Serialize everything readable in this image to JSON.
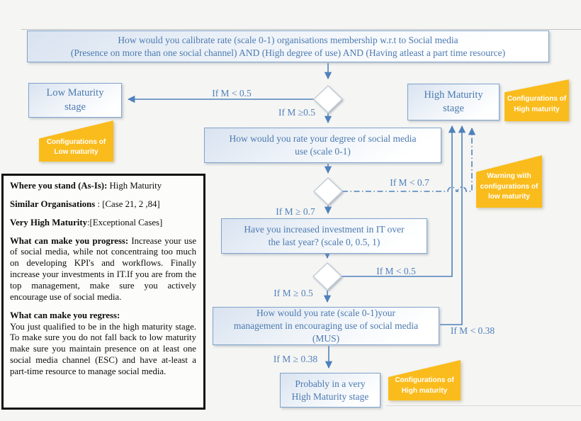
{
  "colors": {
    "line_blue": "#4F81BD",
    "node_border_blue": "#7FA3CC",
    "node_text_blue": "#4C7AB0",
    "callout_orange": "#FABC1C",
    "callout_text": "#FFFFFF",
    "info_border": "#111111"
  },
  "nodes": {
    "start_question": "How would you calibrate rate (scale 0-1) organisations membership w.r.t to Social media\n(Presence on more than one social channel) AND (High degree of use) AND (Having atleast a part time resource)",
    "low_maturity": "Low Maturity\nstage",
    "high_maturity": "High Maturity\nstage",
    "degree_of_use_question": "How would you rate your degree of social media\nuse (scale 0-1)",
    "it_investment_question": "Have you increased investment in IT over\nthe last year? (scale 0, 0.5, 1)",
    "management_question": "How would you rate (scale 0-1)your\nmanagement in encouraging use of social media\n(MUS)",
    "very_high_maturity": "Probably in a very\nHigh Maturity stage"
  },
  "edge_labels": {
    "to_low": "If M < 0.5",
    "to_degree": "If M ≥0.5",
    "warn_to_high": "If M < 0.7",
    "to_it": "If M ≥ 0.7",
    "it_to_high": "If M < 0.5",
    "to_management": "If M ≥ 0.5",
    "mgmt_to_high": "If M < 0.38",
    "to_very_high": "If M ≥ 0.38"
  },
  "callouts": {
    "low_config": "Configurations of\nLow maturity",
    "high_config_top": "Configurations of\nHigh maturity",
    "warning_low": "Warning with\nconfigurations of\nlow maturity",
    "high_config_bottom": "Configurations of\nHigh maturity"
  },
  "info_panel": {
    "stand_label": "Where you stand (As-Is):",
    "stand_value": "  High Maturity",
    "similar_label": "Similar Organisations",
    "similar_value": " : [Case 21, 2 ,84]",
    "very_high_label": "Very High Maturity",
    "very_high_value": ":[Exceptional Cases]",
    "progress_label": "What can make you progress:",
    "progress_text": " Increase your use of social media, while not concentraing too much on developing KPI's and workflows. Finally increase your investments in IT.If you are from the top management, make sure you actively encourage use of social media.",
    "regress_label": "What can make you regress:",
    "regress_text": "You just qualified to be in the high maturity stage. To make sure you do not fall back to low maturity make sure you maintain presence on at least one social media channel (ESC) and have at-least a part-time resource to manage social media."
  }
}
